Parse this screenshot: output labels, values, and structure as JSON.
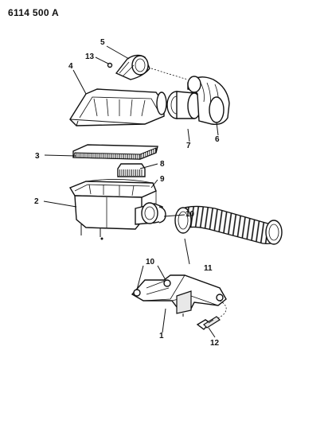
{
  "diagram": {
    "id_label": "6114 500 A",
    "callouts": {
      "c1": "1",
      "c2": "2",
      "c3": "3",
      "c4": "4",
      "c5": "5",
      "c6": "6",
      "c7": "7",
      "c8": "8",
      "c9": "9",
      "c10a": "10",
      "c10b": "10",
      "c11": "11",
      "c12": "12",
      "c13": "13"
    }
  }
}
